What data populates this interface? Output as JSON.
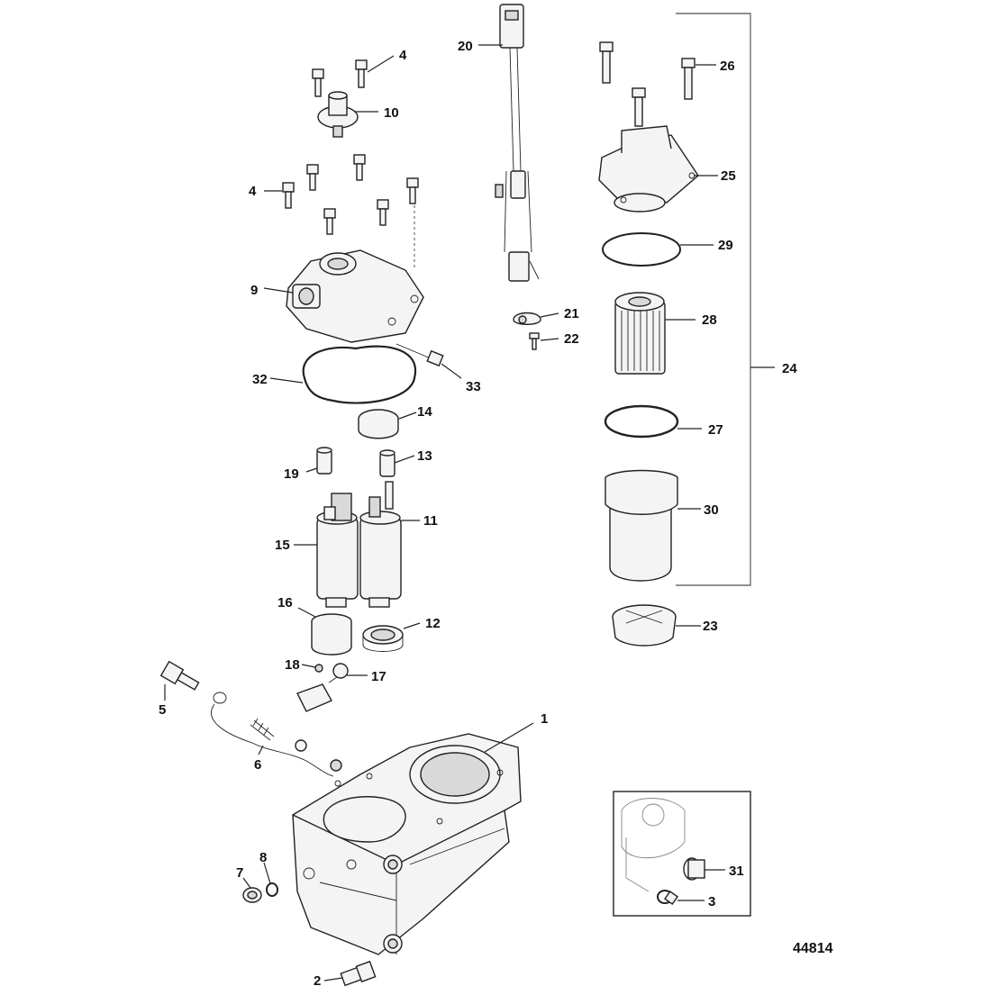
{
  "figure_number": "44814",
  "callouts": [
    "1",
    "2",
    "3",
    "4",
    "4",
    "5",
    "6",
    "7",
    "8",
    "9",
    "10",
    "11",
    "12",
    "13",
    "14",
    "15",
    "16",
    "17",
    "18",
    "19",
    "20",
    "21",
    "22",
    "23",
    "24",
    "25",
    "26",
    "27",
    "28",
    "29",
    "30",
    "31",
    "32",
    "33"
  ]
}
